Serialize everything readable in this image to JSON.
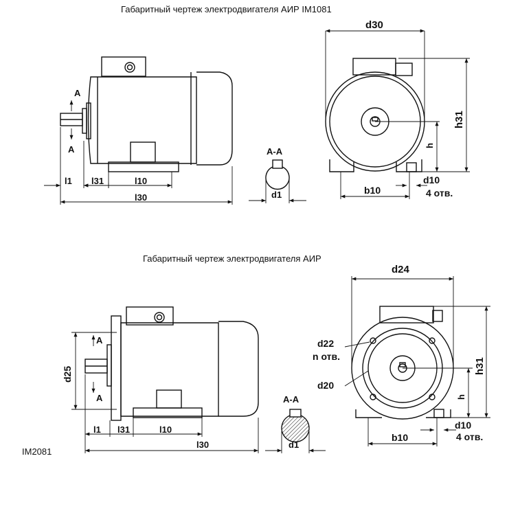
{
  "title_top": "Габаритный чертеж электродвигателя АИР IM1081",
  "title_bottom": "Габаритный чертеж электродвигателя АИР",
  "mount_label": "IM2081",
  "top": {
    "section_mark_upper": "А",
    "section_mark_lower": "А",
    "section_title": "А-А",
    "dims": {
      "l1": "l1",
      "l31": "l31",
      "l10": "l10",
      "l30": "l30",
      "d1": "d1",
      "d30": "d30",
      "h31": "h31",
      "h": "h",
      "d10": "d10",
      "b10": "b10",
      "holes": "4 отв."
    }
  },
  "bottom": {
    "section_mark_upper": "А",
    "section_mark_lower": "А",
    "section_title": "А-А",
    "dims": {
      "d25": "d25",
      "l1": "l1",
      "l31": "l31",
      "l10": "l10",
      "l30": "l30",
      "d1": "d1",
      "d24": "d24",
      "d22": "d22",
      "n_holes": "n отв.",
      "d20": "d20",
      "h31": "h31",
      "h": "h",
      "d10": "d10",
      "b10": "b10",
      "holes": "4 отв."
    }
  }
}
